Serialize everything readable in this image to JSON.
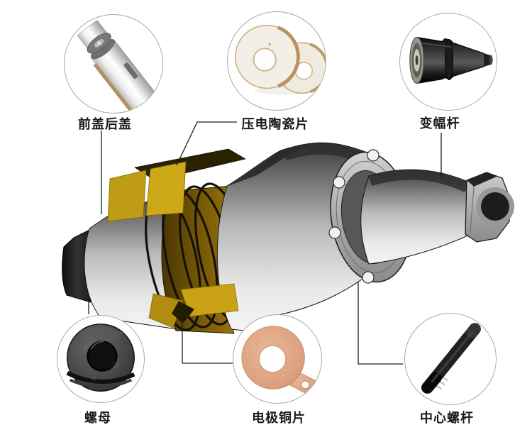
{
  "callouts": [
    {
      "id": "front-rear-cover",
      "label": "前盖后盖"
    },
    {
      "id": "piezo-ceramic-disc",
      "label": "压电陶瓷片"
    },
    {
      "id": "booster-horn",
      "label": "变幅杆"
    },
    {
      "id": "nut",
      "label": "螺母"
    },
    {
      "id": "electrode-copper-sheet",
      "label": "电极铜片"
    },
    {
      "id": "center-screw",
      "label": "中心螺杆"
    }
  ],
  "colors": {
    "background": "#ffffff",
    "circle_border": "#a9a9a9",
    "leader_line": "#1c1c1c",
    "gold_electrode": "#c8a315",
    "bronze_ring": "#7b5c08",
    "copper": "#d89c7c",
    "ceramic": "#f2eee5",
    "metal_light": "#e9e9e9",
    "metal_dark": "#2f2f2f"
  }
}
